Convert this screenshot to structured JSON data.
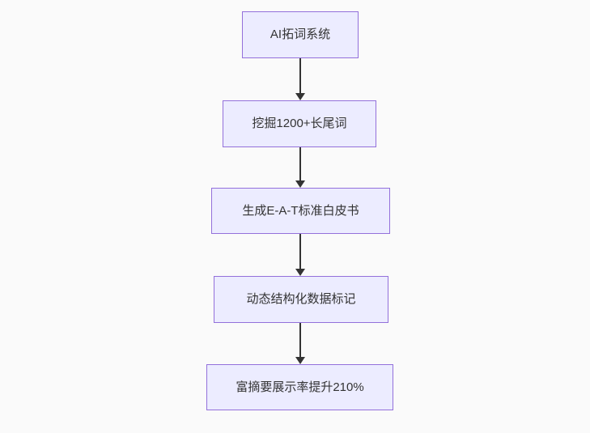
{
  "diagram": {
    "type": "flowchart",
    "direction": "top-down",
    "nodes": [
      {
        "id": "node-1",
        "label": "AI拓词系统"
      },
      {
        "id": "node-2",
        "label": "挖掘1200+长尾词"
      },
      {
        "id": "node-3",
        "label": "生成E-A-T标准白皮书"
      },
      {
        "id": "node-4",
        "label": "动态结构化数据标记"
      },
      {
        "id": "node-5",
        "label": "富摘要展示率提升210%"
      }
    ],
    "edges": [
      {
        "from": "node-1",
        "to": "node-2",
        "style": "arrow-down"
      },
      {
        "from": "node-2",
        "to": "node-3",
        "style": "arrow-down"
      },
      {
        "from": "node-3",
        "to": "node-4",
        "style": "arrow-down"
      },
      {
        "from": "node-4",
        "to": "node-5",
        "style": "arrow-down"
      }
    ],
    "colors": {
      "background": "#FAFAFA",
      "node_fill": "#ECECFF",
      "node_border": "#9370DB",
      "arrow": "#333333",
      "text": "#333333"
    }
  }
}
